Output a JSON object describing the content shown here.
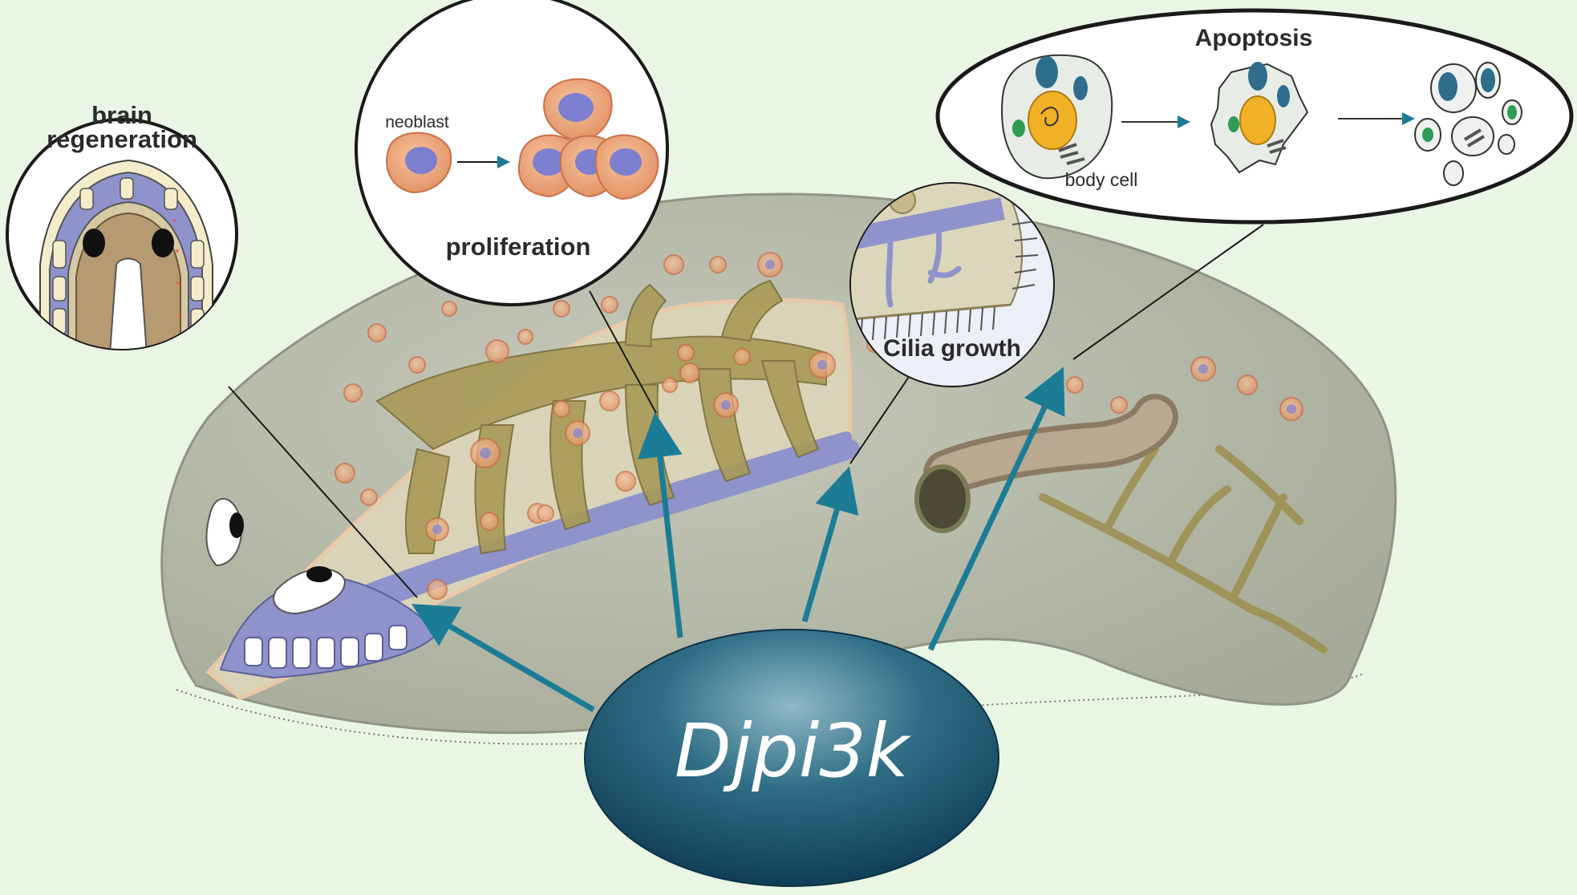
{
  "diagram": {
    "central_gene": "Djpi3k",
    "processes": [
      {
        "id": "brain",
        "line1": "brain",
        "line2": "regeneration"
      },
      {
        "id": "proliferation",
        "label": "proliferation",
        "cell_label": "neoblast"
      },
      {
        "id": "cilia",
        "label": "Cilia growth"
      },
      {
        "id": "apoptosis",
        "label": "Apoptosis",
        "cell_label": "body cell"
      }
    ],
    "colors": {
      "background": "#eaf6e4",
      "arrow": "#1c7c96",
      "gene_ellipse": "#134e68",
      "nervous_system": "#8f93cc",
      "cells": "#e8a37a",
      "nucleus": "#7d7fd0",
      "gut": "#a89a57",
      "body": "#b6b9a8"
    }
  }
}
